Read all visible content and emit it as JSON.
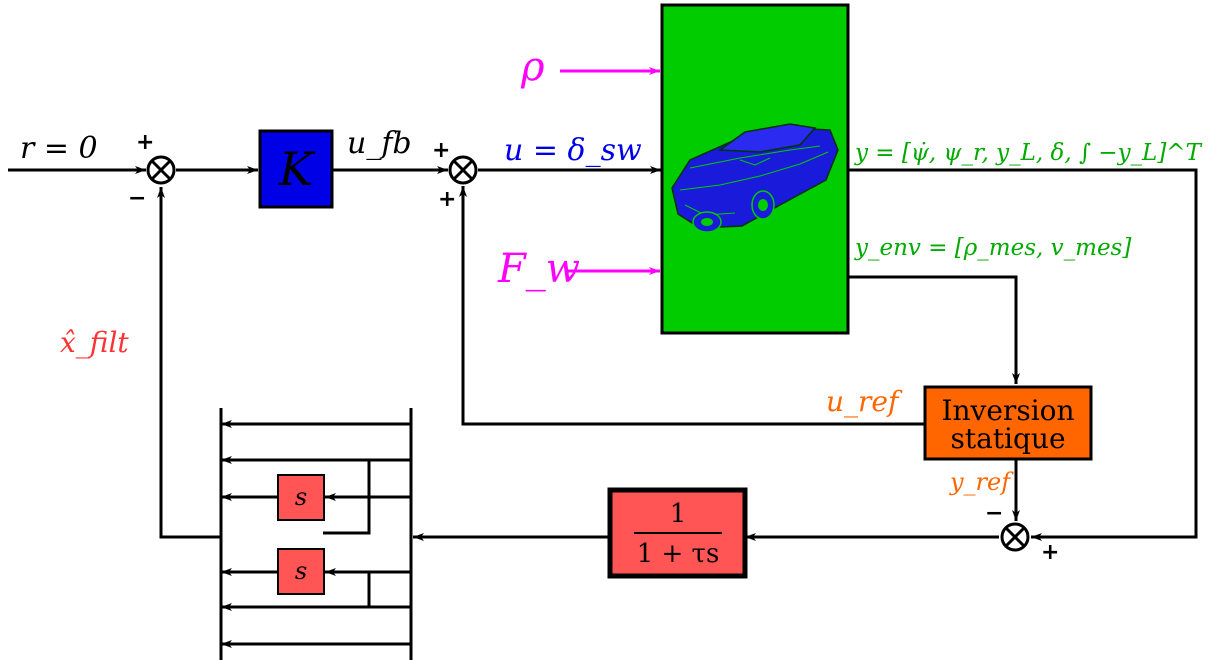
{
  "colors": {
    "controller": "#0000e6",
    "plant": "#00cc00",
    "inversion": "#ff6600",
    "filter": "#ff5555",
    "derivative": "#ff5555",
    "disturbance": "#ff00ff",
    "input_label": "#0000e6",
    "output_label": "#00aa00",
    "ref_label": "#ff6600",
    "state_label": "#ff3333",
    "car_body": "#1a1adb"
  },
  "labels": {
    "reference": "r = 0",
    "feedback_control": "u_fb",
    "control_input": "u = δ_sw",
    "road_curvature": "ρ",
    "wind_force": "F_w",
    "output": "y = [ψ̇, ψ_r, y_L, δ, ∫ −y_L]^T",
    "env_measure": "y_env = [ρ_mes, v_mes]",
    "u_ref": "u_ref",
    "y_ref": "y_ref",
    "state_estimate": "x̂_filt"
  },
  "blocks": {
    "controller": "K",
    "inversion_line1": "Inversion",
    "inversion_line2": "statique",
    "filter_num": "1",
    "filter_den": "1 + τs",
    "derivative_1": "s",
    "derivative_2": "s"
  },
  "signs": {
    "sum1_plus": "+",
    "sum1_minus": "−",
    "sum2_plus_top": "+",
    "sum2_plus_bottom": "+",
    "sum3_minus": "−",
    "sum3_plus": "+"
  },
  "icons": {
    "summing_junction": "circled-times-icon",
    "vehicle": "car-icon"
  }
}
